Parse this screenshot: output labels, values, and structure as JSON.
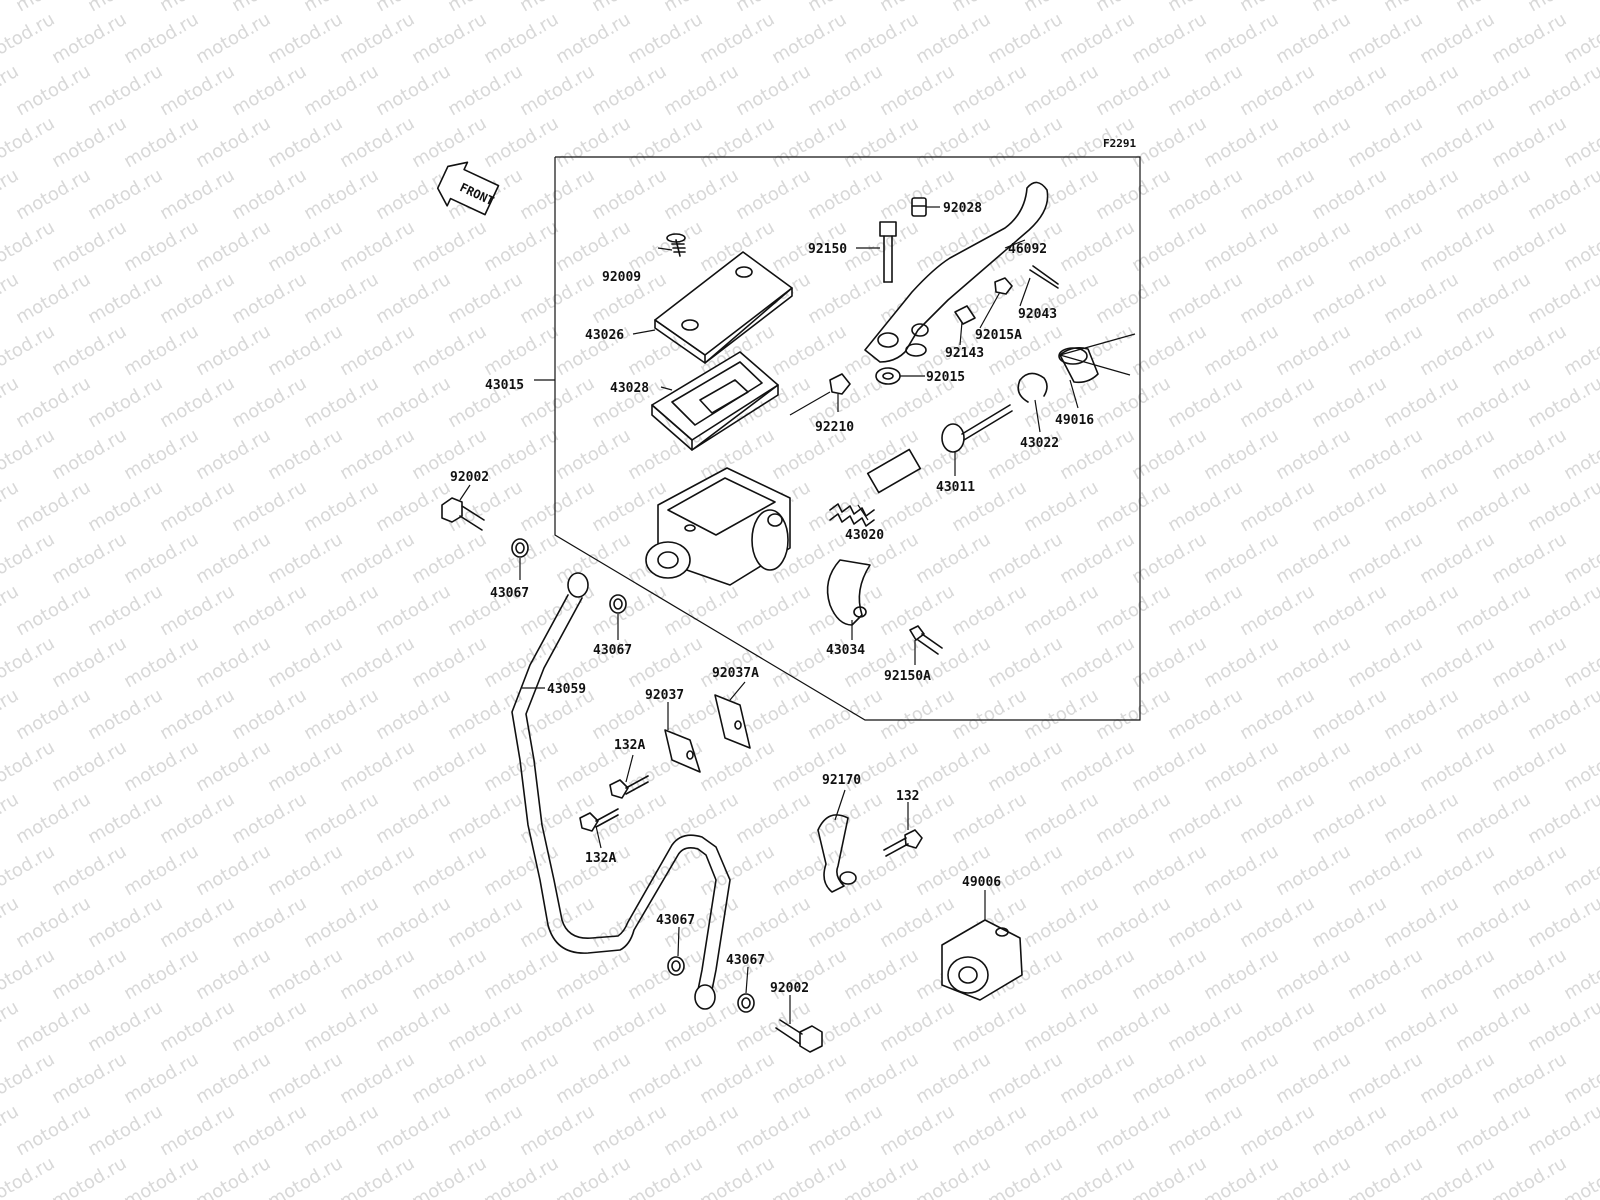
{
  "figure_code": "F2291",
  "front_label": "FRONT",
  "watermark": "motod.ru",
  "parts": {
    "p92028": "92028",
    "p92150": "92150",
    "p46092": "46092",
    "p92009": "92009",
    "p92043": "92043",
    "p92015A": "92015A",
    "p43026": "43026",
    "p92143": "92143",
    "p43015": "43015",
    "p43028": "43028",
    "p92015": "92015",
    "p49016": "49016",
    "p92210": "92210",
    "p43022": "43022",
    "p43011": "43011",
    "p92002a": "92002",
    "p43020": "43020",
    "p43067a": "43067",
    "p43067b": "43067",
    "p43034": "43034",
    "p92150A": "92150A",
    "p43059": "43059",
    "p92037A": "92037A",
    "p92037": "92037",
    "p132Aa": "132A",
    "p132Ab": "132A",
    "p92170": "92170",
    "p132": "132",
    "p49006": "49006",
    "p43067c": "43067",
    "p43067d": "43067",
    "p92002b": "92002"
  }
}
